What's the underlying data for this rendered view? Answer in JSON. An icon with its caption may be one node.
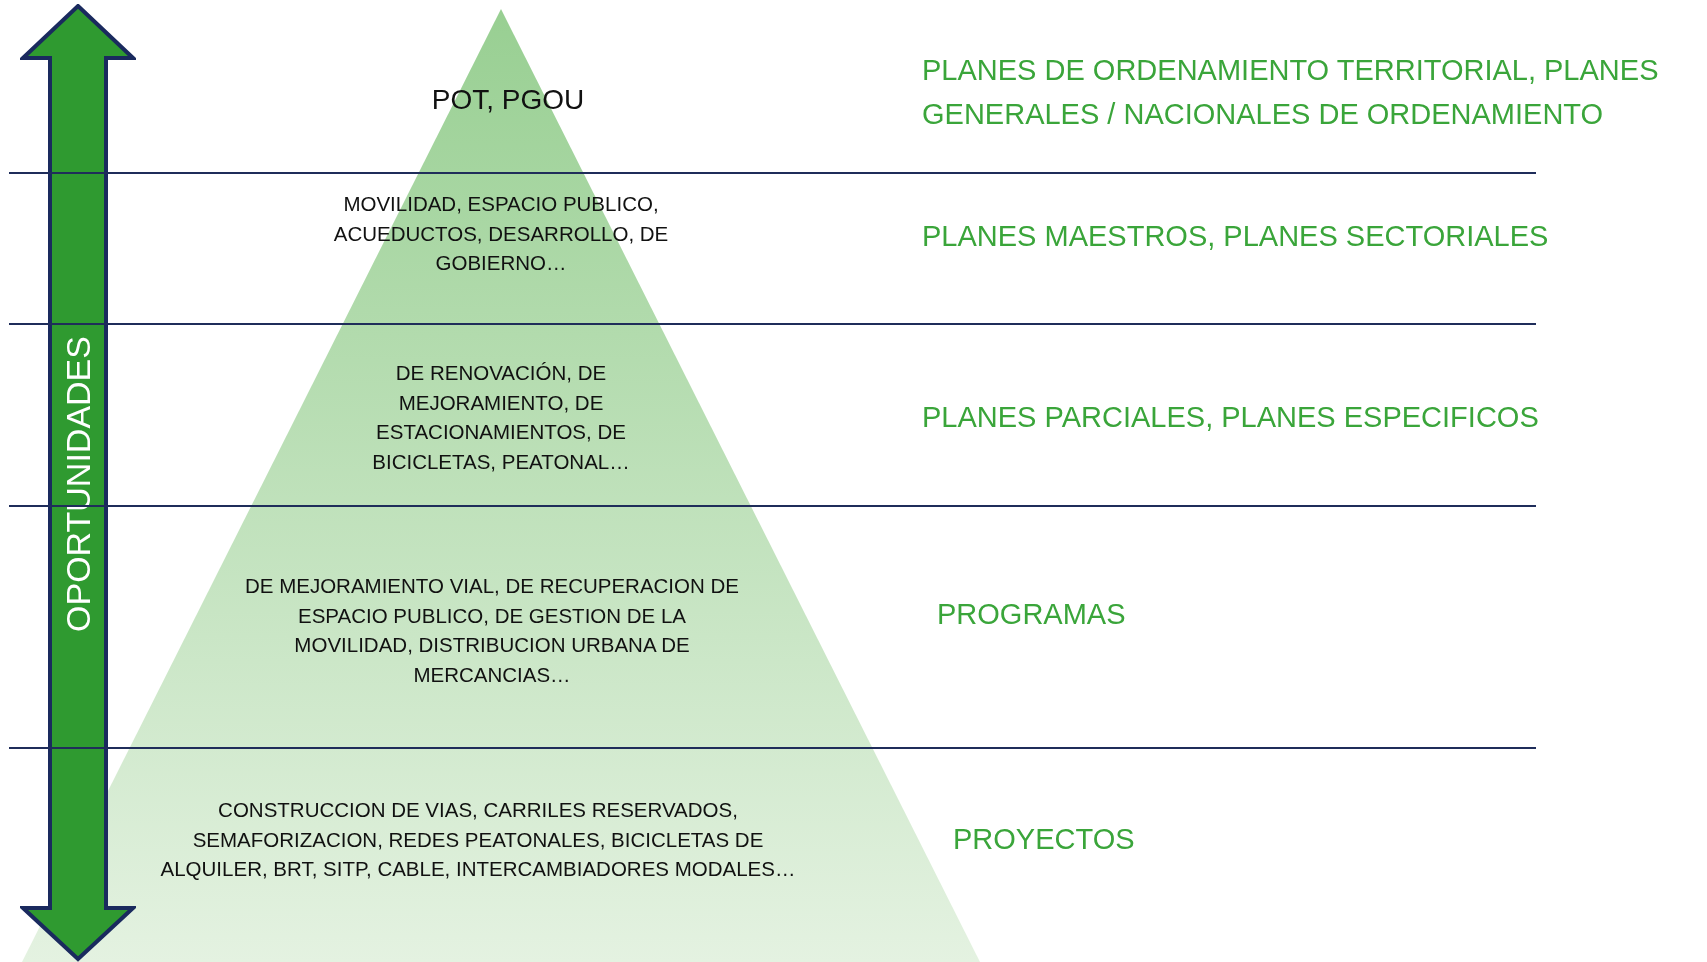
{
  "diagram": {
    "nodes": [
      {
        "text": [
          "POT, PGOU",
          "MOVILIDAD, ESPACIO PUBLICO, ACUEDUCTOS, DESARROLLO, DE GOBIERNO…",
          "DE RENOVACIÓN, DE MEJORAMIENTO, DE ESTACIONAMIENTOS, DE BICICLETAS, PEATONAL…",
          "DE MEJORAMIENTO VIAL, DE RECUPERACION DE ESPACIO PUBLICO, DE GESTION DE LA MOVILIDAD, DISTRIBUCION URBANA DE MERCANCIAS…",
          "CONSTRUCCION DE VIAS, CARRILES RESERVADOS, SEMAFORIZACION, REDES PEATONALES, BICICLETAS DE ALQUILER, BRT, SITP, CABLE, INTERCAMBIADORES MODALES…"
        ]
      },
      {
        "text": [
          "OPORTUNIDADES"
        ]
      }
    ],
    "labels": [
      "PLANES DE ORDENAMIENTO TERRITORIAL, PLANES GENERALES / NACIONALES DE ORDENAMIENTO",
      "PLANES MAESTROS, PLANES SECTORIALES",
      "PLANES PARCIALES, PLANES ESPECIFICOS",
      "PROGRAMAS",
      "PROYECTOS"
    ]
  }
}
